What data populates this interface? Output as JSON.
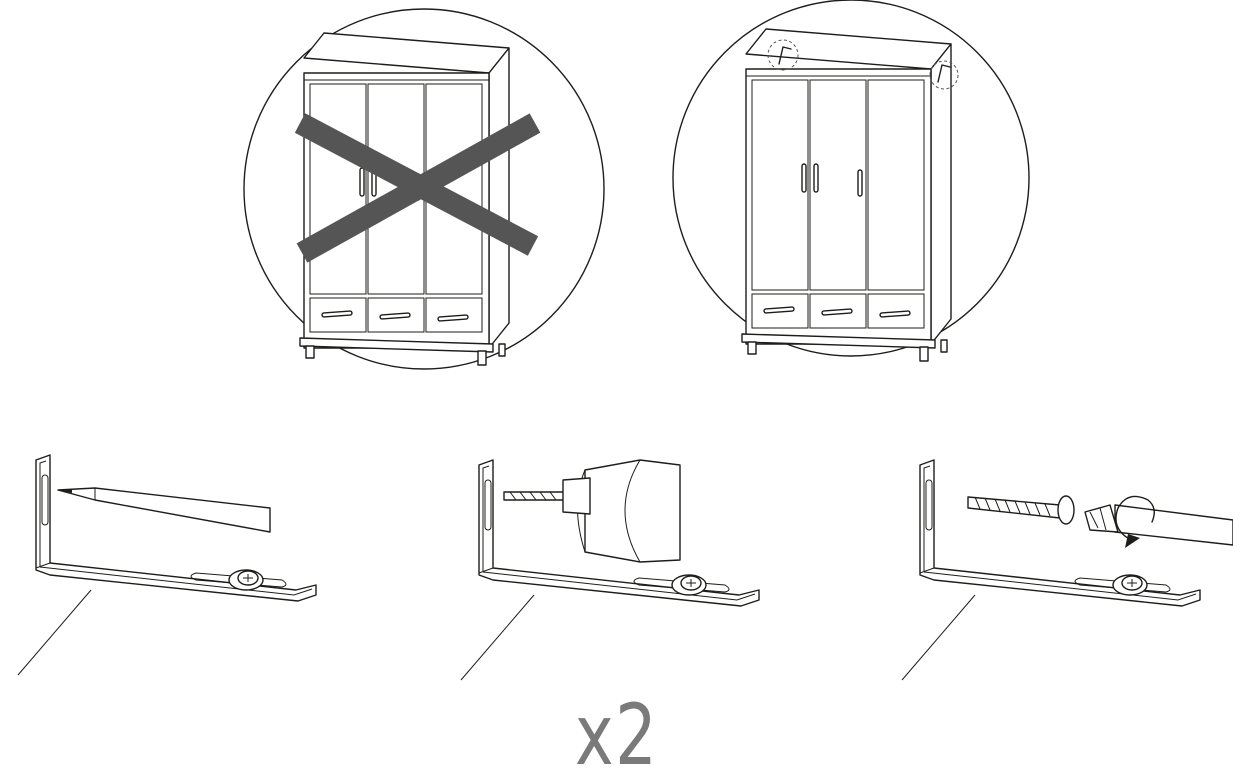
{
  "quantity": "x2",
  "colors": {
    "line": "#1d1d1b",
    "cross": "#555555",
    "quantity_text": "#7a7a7a",
    "background": "#ffffff"
  },
  "panels": {
    "wrong": {
      "icon": "cross-icon",
      "meaning": "incorrect"
    },
    "right": {
      "icon": "highlight-circle-icon",
      "meaning": "correct"
    }
  },
  "steps": [
    {
      "tool": "pencil-icon"
    },
    {
      "tool": "drill-icon"
    },
    {
      "tool": "screwdriver-icon"
    }
  ]
}
